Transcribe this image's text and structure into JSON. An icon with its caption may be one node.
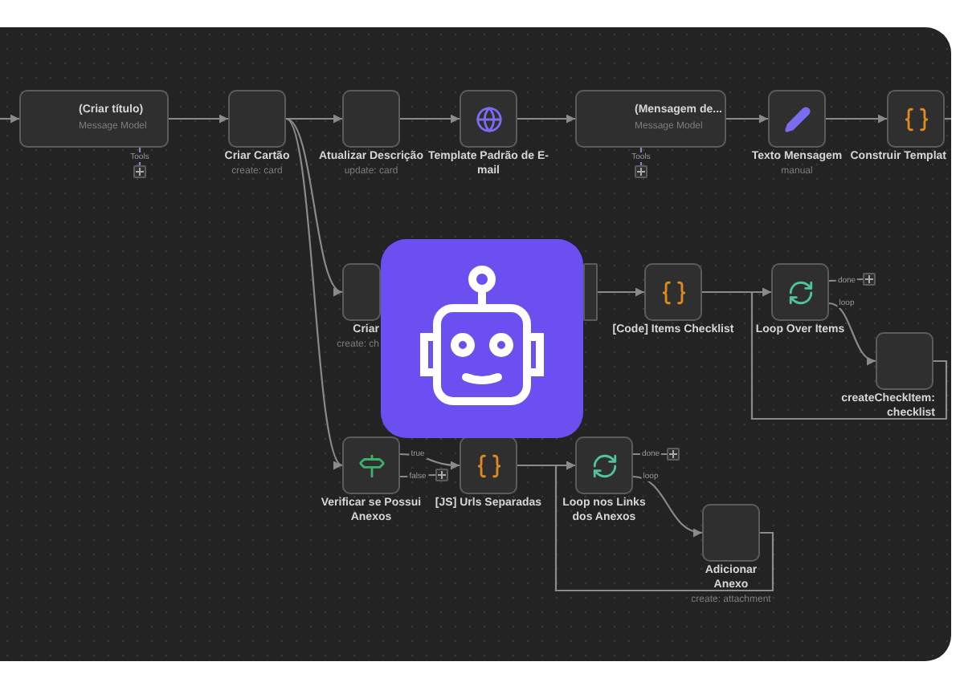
{
  "diagram": {
    "nodes": [
      {
        "text": [
          "(Criar título)",
          "Message Model"
        ]
      },
      {
        "text": [
          "Criar Cartão",
          "create: card"
        ]
      },
      {
        "text": [
          "Atualizar Descrição",
          "update: card"
        ]
      },
      {
        "text": [
          "Template Padrão de E-mail"
        ]
      },
      {
        "text": [
          "(Mensagem de...",
          "Message Model"
        ]
      },
      {
        "text": [
          "Texto Mensagem",
          "manual"
        ]
      },
      {
        "text": [
          "Construir Templat"
        ]
      },
      {
        "text": [
          "Criar",
          "create: ch"
        ]
      },
      {
        "text": [
          "[Code] Items Checklist"
        ]
      },
      {
        "text": [
          "Loop Over Items"
        ]
      },
      {
        "text": [
          "createCheckItem: checklist"
        ]
      },
      {
        "text": [
          "Verificar se Possui Anexos"
        ]
      },
      {
        "text": [
          "[JS] Urls Separadas"
        ]
      },
      {
        "text": [
          "Loop nos Links dos Anexos"
        ]
      },
      {
        "text": [
          "Adicionar Anexo",
          "create: attachment"
        ]
      },
      {
        "text": [],
        "shape": "box"
      },
      {
        "text": [],
        "shape": "box"
      },
      {
        "text": [],
        "shape": "box"
      },
      {
        "text": [],
        "shape": "box"
      },
      {
        "text": [],
        "shape": "box"
      },
      {
        "text": [],
        "shape": "box"
      }
    ],
    "edges": [
      {
        "from": null,
        "to": 0,
        "arrow": "to"
      },
      {
        "from": 0,
        "to": 1,
        "arrow": "to"
      },
      {
        "from": 1,
        "to": 2,
        "arrow": "to"
      },
      {
        "from": 2,
        "to": 3,
        "arrow": "to"
      },
      {
        "from": 3,
        "to": 4,
        "arrow": "to"
      },
      {
        "from": 4,
        "to": 5,
        "arrow": "to"
      },
      {
        "from": 5,
        "to": 6,
        "arrow": "to"
      },
      {
        "from": 6,
        "to": null,
        "arrow": "none"
      },
      {
        "from": 1,
        "to": 7,
        "arrow": "to"
      },
      {
        "from": 1,
        "to": 11,
        "arrow": "to"
      },
      {
        "from": 20,
        "to": 8,
        "arrow": "to"
      },
      {
        "from": 8,
        "to": 9,
        "arrow": "to"
      },
      {
        "from": 9,
        "to": 17,
        "arrow": "none",
        "label": "done"
      },
      {
        "from": 9,
        "to": 10,
        "arrow": "to",
        "label": "loop"
      },
      {
        "from": 10,
        "to": 9,
        "arrow": "to"
      },
      {
        "from": 11,
        "to": 12,
        "arrow": "to",
        "label": "true"
      },
      {
        "from": 11,
        "to": 18,
        "arrow": "none",
        "label": "false"
      },
      {
        "from": 12,
        "to": 13,
        "arrow": "to"
      },
      {
        "from": 13,
        "to": 19,
        "arrow": "none",
        "label": "done"
      },
      {
        "from": 13,
        "to": 14,
        "arrow": "to",
        "label": "loop"
      },
      {
        "from": 14,
        "to": 13,
        "arrow": "to"
      },
      {
        "from": 0,
        "to": 15,
        "arrow": "none",
        "label": "Tools",
        "color": "#8a84c8"
      },
      {
        "from": 4,
        "to": 16,
        "arrow": "none",
        "label": "Tools",
        "color": "#8a84c8"
      }
    ]
  }
}
